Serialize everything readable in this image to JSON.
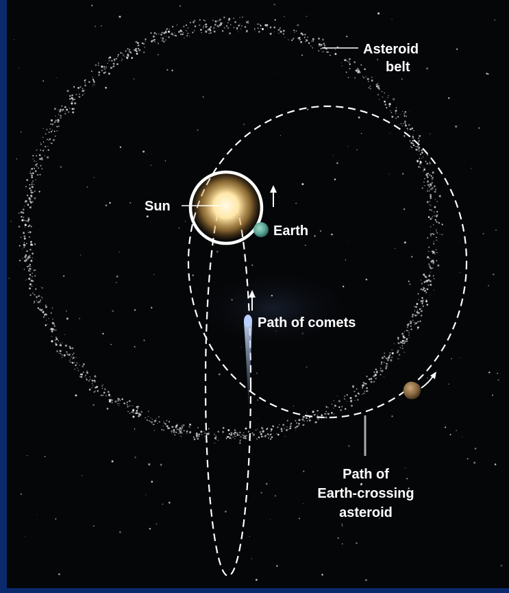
{
  "labels": {
    "asteroid_belt_line1": "Asteroid",
    "asteroid_belt_line2": "belt",
    "sun": "Sun",
    "earth": "Earth",
    "comets": "Path of comets",
    "crossing_line1": "Path of",
    "crossing_line2": "Earth-crossing",
    "crossing_line3": "asteroid"
  },
  "colors": {
    "frame_blue": "#0b2a6e",
    "space": "#050608",
    "sun_glow": "#ffe7a8",
    "earth": "#5fa89a",
    "orbit_line": "#ffffff",
    "asteroid": "#8a6a43",
    "comet": "#a9c4ff"
  }
}
